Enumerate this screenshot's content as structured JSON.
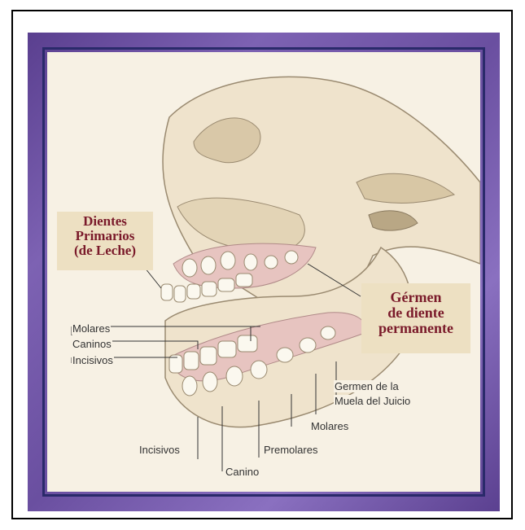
{
  "labels": {
    "primary_teeth": [
      "Dientes",
      "Primarios",
      "(de Leche)"
    ],
    "permanent_germ": [
      "Gérmen",
      "de diente",
      "permanente"
    ],
    "upper_left": {
      "molares": "Molares",
      "caninos": "Caninos",
      "incisivos": "Incisivos"
    },
    "lower": {
      "incisivos": "Incisivos",
      "canino": "Canino",
      "premolares": "Premolares",
      "molares": "Molares",
      "germen_line1": "Germen de la",
      "germen_line2": "Muela del Juicio"
    }
  },
  "colors": {
    "frame": "#6a4fa0",
    "label_box": "#ede0c2",
    "label_text": "#7a1a2a",
    "gum": "#e7c4c0",
    "tooth": "#fbf8ef"
  }
}
